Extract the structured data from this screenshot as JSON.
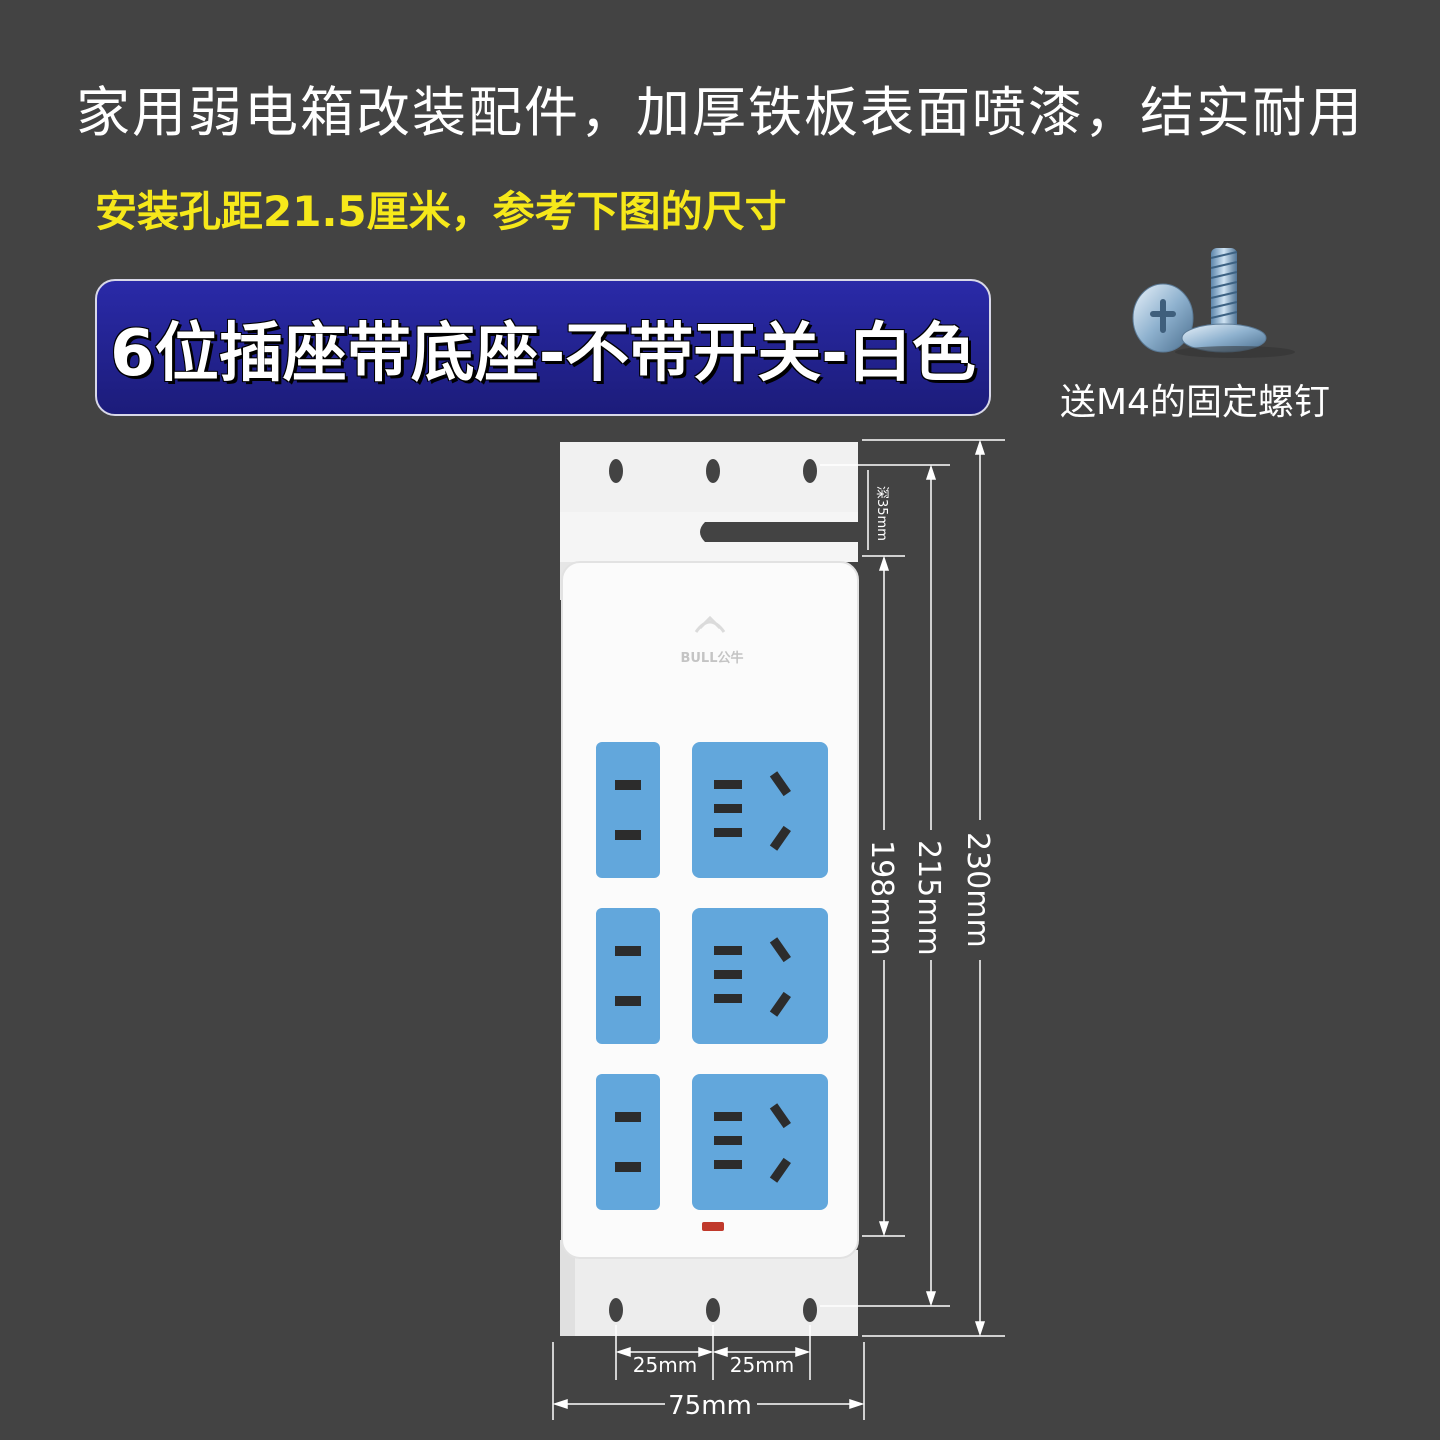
{
  "headline": "家用弱电箱改装配件，加厚铁板表面喷漆，结实耐用",
  "subline": "安装孔距21.5厘米，参考下图的尺寸",
  "banner": "6位插座带底座-不带开关-白色",
  "screw_caption": "送M4的固定螺钉",
  "dimensions": {
    "depth": "深35mm",
    "length_198": "198mm",
    "length_215": "215mm",
    "length_230": "230mm",
    "hole_spacing_left": "25mm",
    "hole_spacing_right": "25mm",
    "width": "75mm"
  },
  "brand_text": "BULL公牛",
  "colors": {
    "background": "#434343",
    "subline": "#f6e81a",
    "banner": "#1f1f8a",
    "socket": "#62a7dc",
    "bracket": "#f1f1f1"
  },
  "icons": {
    "screw": "screw-icon",
    "brand": "bull-logo-icon"
  }
}
